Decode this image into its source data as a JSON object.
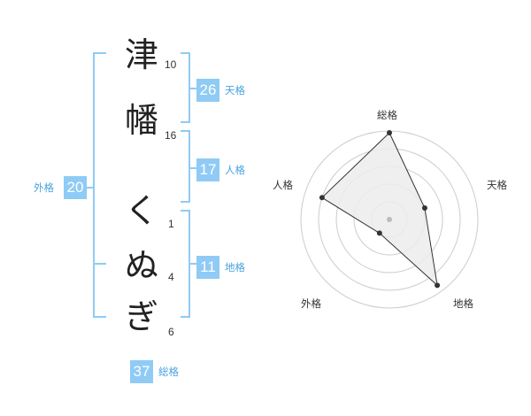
{
  "colors": {
    "accent": "#8fcbf5",
    "accent_text": "#4aa3df",
    "bracket": "#8fcbf5",
    "radar_fill": "#ececec",
    "radar_ring": "#cccccc"
  },
  "name": {
    "characters": [
      {
        "char": "津",
        "strokes": "10"
      },
      {
        "char": "幡",
        "strokes": "16"
      },
      {
        "char": "く",
        "strokes": "1"
      },
      {
        "char": "ぬ",
        "strokes": "4"
      },
      {
        "char": "ぎ",
        "strokes": "6"
      }
    ]
  },
  "fortunes": {
    "tenkaku": {
      "value": "26",
      "label": "天格"
    },
    "jinkaku": {
      "value": "17",
      "label": "人格"
    },
    "chikaku": {
      "value": "11",
      "label": "地格"
    },
    "gaikaku": {
      "value": "20",
      "label": "外格"
    },
    "soukaku": {
      "value": "37",
      "label": "総格"
    }
  },
  "radar": {
    "axes": [
      "総格",
      "天格",
      "地格",
      "外格",
      "人格"
    ],
    "values": [
      0.98,
      0.42,
      0.92,
      0.19,
      0.8
    ]
  }
}
